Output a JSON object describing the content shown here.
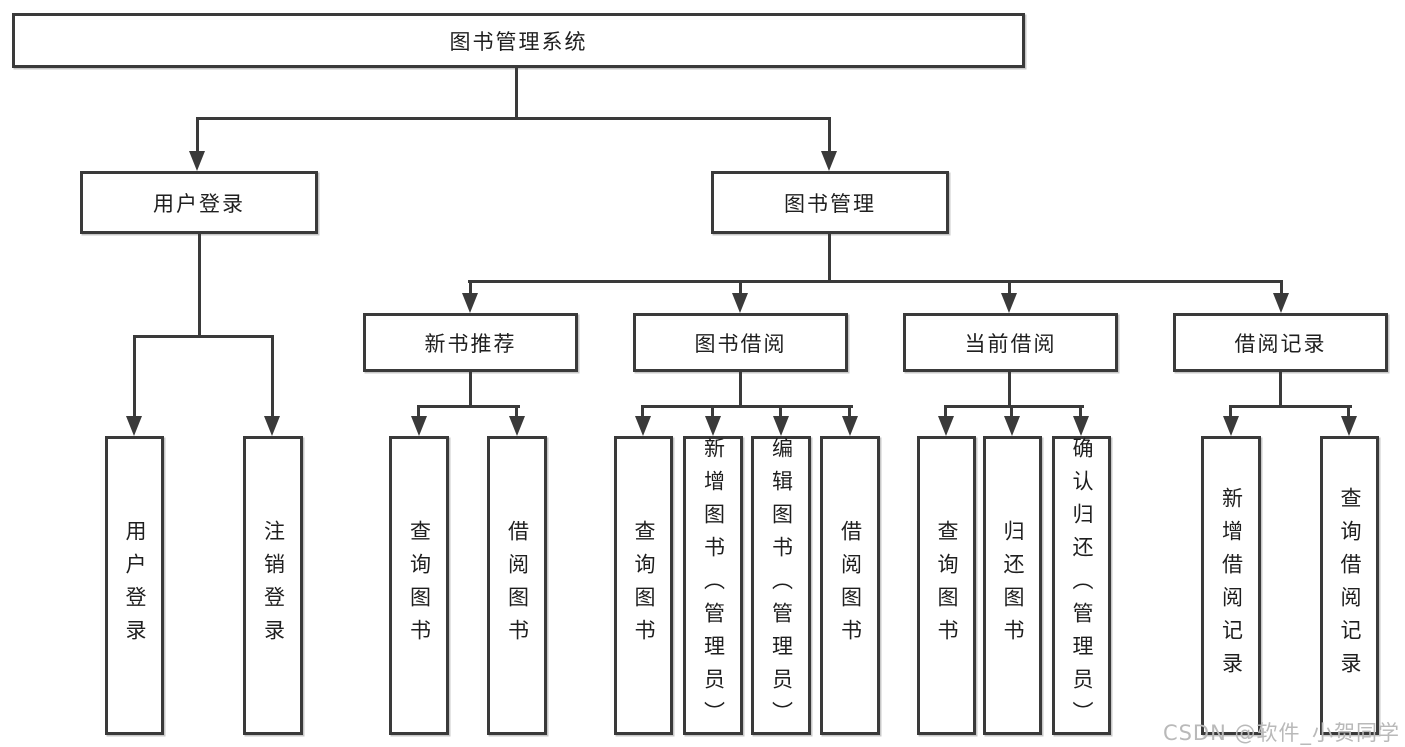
{
  "diagram_title": "图书管理系统",
  "nodes": {
    "root": {
      "label": "图书管理系统"
    },
    "level1": [
      {
        "label": "用户登录"
      },
      {
        "label": "图书管理"
      }
    ],
    "level2": [
      {
        "label": "新书推荐"
      },
      {
        "label": "图书借阅"
      },
      {
        "label": "当前借阅"
      },
      {
        "label": "借阅记录"
      }
    ],
    "leaves": {
      "user_login": [
        {
          "label": "用户登录"
        },
        {
          "label": "注销登录"
        }
      ],
      "new_book": [
        {
          "label": "查询图书"
        },
        {
          "label": "借阅图书"
        }
      ],
      "book_borrow": [
        {
          "label": "查询图书"
        },
        {
          "label": "新增图书（管理员）"
        },
        {
          "label": "编辑图书（管理员）"
        },
        {
          "label": "借阅图书"
        }
      ],
      "current_borrow": [
        {
          "label": "查询图书"
        },
        {
          "label": "归还图书"
        },
        {
          "label": "确认归还（管理员）"
        }
      ],
      "borrow_record": [
        {
          "label": "新增借阅记录"
        },
        {
          "label": "查询借阅记录"
        }
      ]
    }
  },
  "colors": {
    "line": "#3a3a3a",
    "text": "#1f1f1f",
    "background": "#ffffff",
    "watermark": "#b9b9b9"
  },
  "watermark": {
    "text": "CSDN @软件_小贺同学"
  }
}
